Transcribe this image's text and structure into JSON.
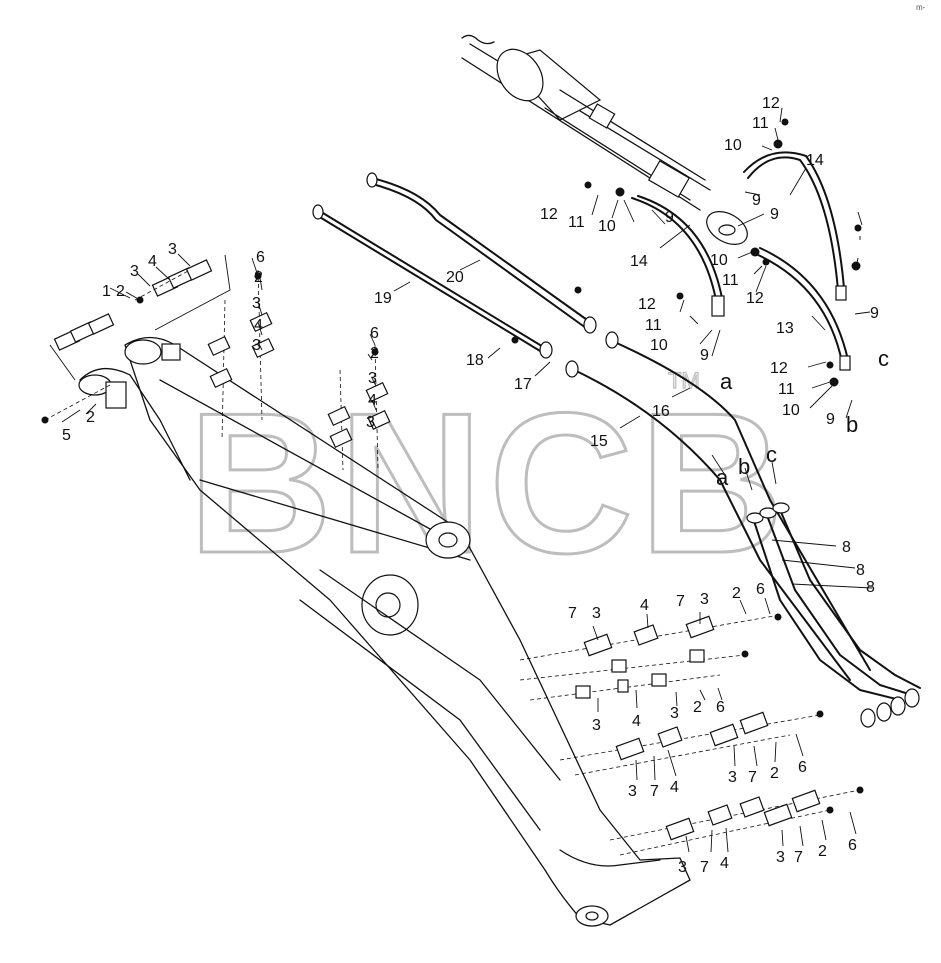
{
  "diagram": {
    "watermark": "BNCB",
    "watermark_tm": "TM",
    "corner_mark": "m-",
    "callouts": [
      {
        "id": "c1",
        "text": "12"
      },
      {
        "id": "c2",
        "text": "11"
      },
      {
        "id": "c3",
        "text": "10"
      },
      {
        "id": "c4",
        "text": "14"
      },
      {
        "id": "c5",
        "text": "9"
      },
      {
        "id": "c6",
        "text": "9"
      },
      {
        "id": "c7",
        "text": "12"
      },
      {
        "id": "c8",
        "text": "11"
      },
      {
        "id": "c9",
        "text": "10"
      },
      {
        "id": "c10",
        "text": "9"
      },
      {
        "id": "c11",
        "text": "14"
      },
      {
        "id": "c12",
        "text": "10"
      },
      {
        "id": "c13",
        "text": "11"
      },
      {
        "id": "c14",
        "text": "12"
      },
      {
        "id": "c15",
        "text": "12"
      },
      {
        "id": "c16",
        "text": "11"
      },
      {
        "id": "c17",
        "text": "10"
      },
      {
        "id": "c18",
        "text": "13"
      },
      {
        "id": "c19",
        "text": "9"
      },
      {
        "id": "c20",
        "text": "9"
      },
      {
        "id": "c21",
        "text": "12"
      },
      {
        "id": "c22",
        "text": "11"
      },
      {
        "id": "c23",
        "text": "10"
      },
      {
        "id": "c24",
        "text": "9"
      },
      {
        "id": "c25",
        "text": "20"
      },
      {
        "id": "c26",
        "text": "19"
      },
      {
        "id": "c27",
        "text": "18"
      },
      {
        "id": "c28",
        "text": "17"
      },
      {
        "id": "c29",
        "text": "16"
      },
      {
        "id": "c30",
        "text": "15"
      },
      {
        "id": "c31",
        "text": "6"
      },
      {
        "id": "c32",
        "text": "2"
      },
      {
        "id": "c33",
        "text": "3"
      },
      {
        "id": "c34",
        "text": "4"
      },
      {
        "id": "c35",
        "text": "3"
      },
      {
        "id": "c36",
        "text": "6"
      },
      {
        "id": "c37",
        "text": "2"
      },
      {
        "id": "c38",
        "text": "3"
      },
      {
        "id": "c39",
        "text": "4"
      },
      {
        "id": "c40",
        "text": "3"
      },
      {
        "id": "c41",
        "text": "3"
      },
      {
        "id": "c42",
        "text": "4"
      },
      {
        "id": "c43",
        "text": "3"
      },
      {
        "id": "c44",
        "text": "2"
      },
      {
        "id": "c45",
        "text": "1"
      },
      {
        "id": "c46",
        "text": "5"
      },
      {
        "id": "c47",
        "text": "2"
      },
      {
        "id": "c48",
        "text": "8"
      },
      {
        "id": "c49",
        "text": "8"
      },
      {
        "id": "c50",
        "text": "8"
      },
      {
        "id": "c51",
        "text": "7"
      },
      {
        "id": "c52",
        "text": "3"
      },
      {
        "id": "c53",
        "text": "4"
      },
      {
        "id": "c54",
        "text": "7"
      },
      {
        "id": "c55",
        "text": "3"
      },
      {
        "id": "c56",
        "text": "2"
      },
      {
        "id": "c57",
        "text": "6"
      },
      {
        "id": "c58",
        "text": "3"
      },
      {
        "id": "c59",
        "text": "4"
      },
      {
        "id": "c60",
        "text": "3"
      },
      {
        "id": "c61",
        "text": "2"
      },
      {
        "id": "c62",
        "text": "6"
      },
      {
        "id": "c63",
        "text": "3"
      },
      {
        "id": "c64",
        "text": "7"
      },
      {
        "id": "c65",
        "text": "4"
      },
      {
        "id": "c66",
        "text": "3"
      },
      {
        "id": "c67",
        "text": "7"
      },
      {
        "id": "c68",
        "text": "2"
      },
      {
        "id": "c69",
        "text": "6"
      },
      {
        "id": "c70",
        "text": "3"
      },
      {
        "id": "c71",
        "text": "7"
      },
      {
        "id": "c72",
        "text": "4"
      },
      {
        "id": "c73",
        "text": "3"
      },
      {
        "id": "c74",
        "text": "7"
      },
      {
        "id": "c75",
        "text": "2"
      },
      {
        "id": "c76",
        "text": "6"
      }
    ],
    "connection_letters": [
      {
        "id": "l1",
        "text": "c"
      },
      {
        "id": "l2",
        "text": "b"
      },
      {
        "id": "l3",
        "text": "a"
      },
      {
        "id": "l4",
        "text": "a"
      },
      {
        "id": "l5",
        "text": "b"
      },
      {
        "id": "l6",
        "text": "c"
      }
    ]
  }
}
